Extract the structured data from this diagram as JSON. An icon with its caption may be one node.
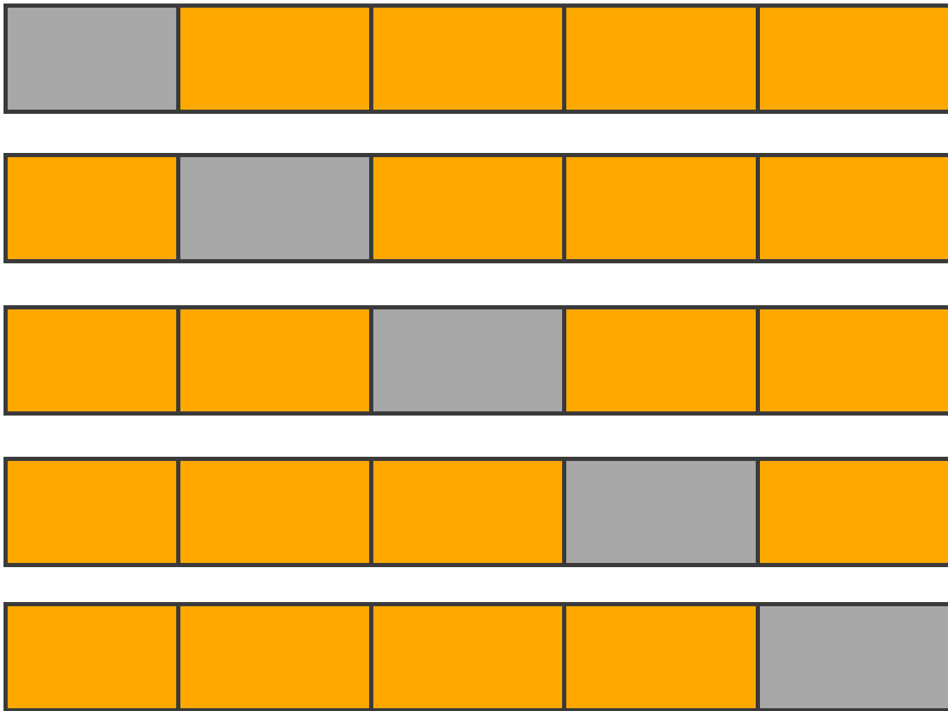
{
  "diagram": {
    "nodes": [
      {
        "text": [],
        "shape": "box"
      },
      {
        "text": [],
        "shape": "box"
      },
      {
        "text": [],
        "shape": "box"
      },
      {
        "text": [],
        "shape": "box"
      },
      {
        "text": [],
        "shape": "box"
      },
      {
        "text": [],
        "shape": "box"
      },
      {
        "text": [],
        "shape": "box"
      },
      {
        "text": [],
        "shape": "box"
      },
      {
        "text": [],
        "shape": "box"
      },
      {
        "text": [],
        "shape": "box"
      },
      {
        "text": [],
        "shape": "box"
      },
      {
        "text": [],
        "shape": "box"
      },
      {
        "text": [],
        "shape": "box"
      },
      {
        "text": [],
        "shape": "box"
      },
      {
        "text": [],
        "shape": "box"
      },
      {
        "text": [],
        "shape": "box"
      },
      {
        "text": [],
        "shape": "box"
      },
      {
        "text": [],
        "shape": "box"
      },
      {
        "text": [],
        "shape": "box"
      },
      {
        "text": [],
        "shape": "box"
      },
      {
        "text": [],
        "shape": "box"
      },
      {
        "text": [],
        "shape": "box"
      },
      {
        "text": [],
        "shape": "box"
      },
      {
        "text": [],
        "shape": "box"
      },
      {
        "text": [],
        "shape": "box"
      }
    ]
  }
}
